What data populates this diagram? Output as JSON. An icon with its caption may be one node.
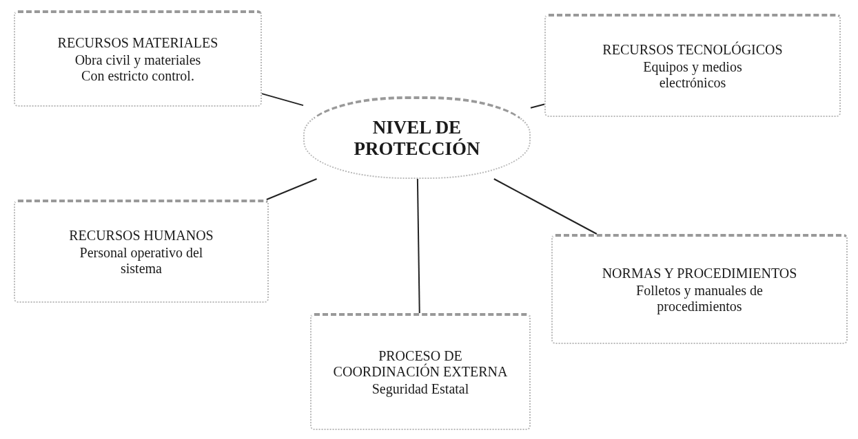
{
  "diagram": {
    "nodes": [
      {
        "text": [
          "NIVEL DE PROTECCIÓN"
        ]
      },
      {
        "text": [
          "RECURSOS MATERIALES",
          "Obra civil y materiales Con estricto control."
        ]
      },
      {
        "text": [
          "RECURSOS TECNOLÓGICOS",
          "Equipos y medios electrónicos"
        ]
      },
      {
        "text": [
          "RECURSOS HUMANOS",
          "Personal operativo del sistema"
        ]
      },
      {
        "text": [
          "NORMAS Y PROCEDIMIENTOS",
          "Folletos y manuales de procedimientos"
        ]
      },
      {
        "text": [
          "PROCESO DE COORDINACIÓN EXTERNA",
          "Seguridad Estatal"
        ]
      }
    ],
    "edges": [
      {
        "from": 0,
        "to": 1,
        "arrow": "none"
      },
      {
        "from": 0,
        "to": 2,
        "arrow": "none"
      },
      {
        "from": 0,
        "to": 3,
        "arrow": "none"
      },
      {
        "from": 0,
        "to": 4,
        "arrow": "none"
      },
      {
        "from": 0,
        "to": 5,
        "arrow": "none"
      }
    ]
  }
}
